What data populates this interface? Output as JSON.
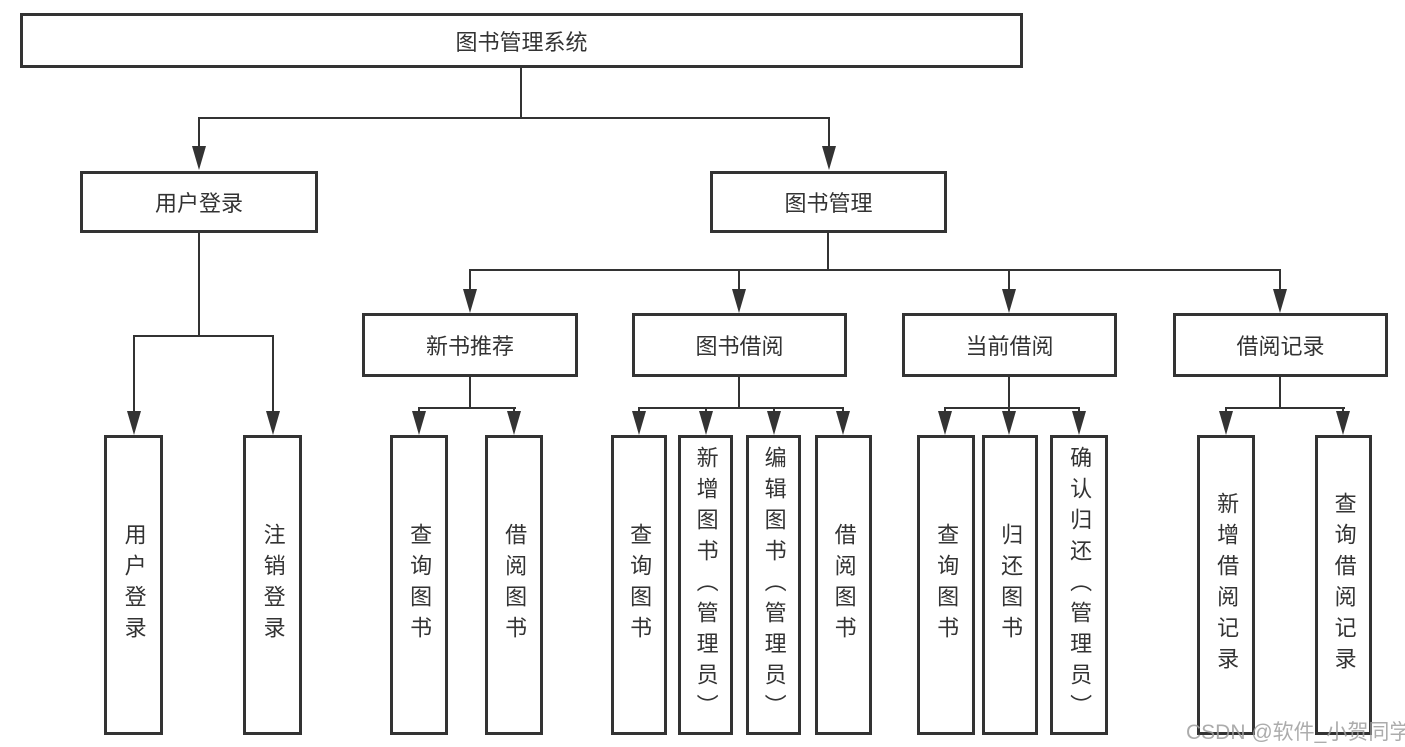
{
  "diagram": {
    "type": "hierarchy-tree",
    "colors": {
      "line": "#333333",
      "box_border": "#333333",
      "box_background": "#ffffff",
      "text": "#333333",
      "watermark": "#9e9e9e"
    }
  },
  "tree": {
    "label": "图书管理系统",
    "children": [
      {
        "label": "用户登录",
        "children": [
          {
            "label": "用户登录"
          },
          {
            "label": "注销登录"
          }
        ]
      },
      {
        "label": "图书管理",
        "children": [
          {
            "label": "新书推荐",
            "children": [
              {
                "label": "查询图书"
              },
              {
                "label": "借阅图书"
              }
            ]
          },
          {
            "label": "图书借阅",
            "children": [
              {
                "label": "查询图书"
              },
              {
                "label": "新增图书（管理员）"
              },
              {
                "label": "编辑图书（管理员）"
              },
              {
                "label": "借阅图书"
              }
            ]
          },
          {
            "label": "当前借阅",
            "children": [
              {
                "label": "查询图书"
              },
              {
                "label": "归还图书"
              },
              {
                "label": "确认归还（管理员）"
              }
            ]
          },
          {
            "label": "借阅记录",
            "children": [
              {
                "label": "新增借阅记录"
              },
              {
                "label": "查询借阅记录"
              }
            ]
          }
        ]
      }
    ]
  },
  "watermark": {
    "text": "CSDN @软件_小贺同学"
  }
}
